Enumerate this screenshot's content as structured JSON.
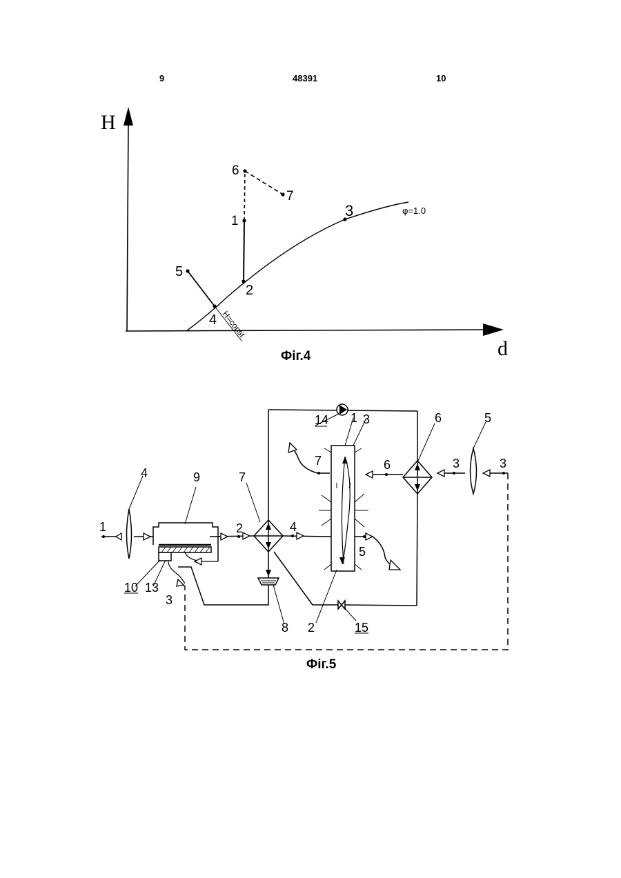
{
  "header": {
    "page_left": "9",
    "doc_number": "48391",
    "page_right": "10"
  },
  "fig4": {
    "caption": "Фіг.4",
    "axis_y": "H",
    "axis_x": "d",
    "phi_label": "φ=1.0",
    "hconst_label": "H=const",
    "points": [
      "1",
      "2",
      "3",
      "4",
      "5",
      "6",
      "7"
    ]
  },
  "fig5": {
    "caption": "Фіг.5",
    "labels": {
      "l1": "1",
      "l2": "2",
      "l3": "3",
      "l4": "4",
      "l5": "5",
      "l6": "6",
      "l7": "7",
      "l8": "8",
      "l9": "9",
      "l10": "10",
      "l13": "13",
      "l14": "14",
      "l15": "15"
    }
  }
}
